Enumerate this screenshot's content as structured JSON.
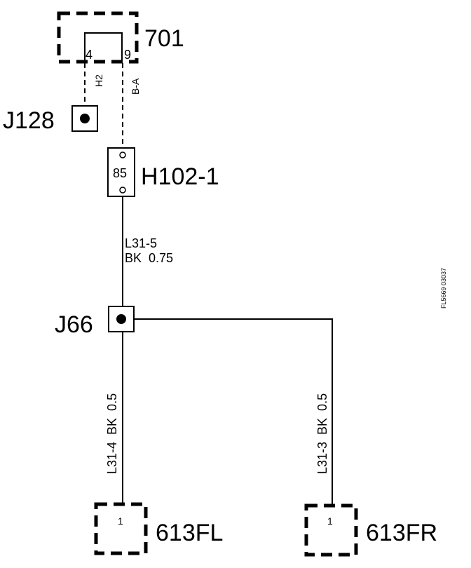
{
  "components": {
    "c701": {
      "label": "701",
      "pins": [
        "4",
        "9"
      ]
    },
    "j128": {
      "label": "J128"
    },
    "h102": {
      "label": "H102-1",
      "pin": "85"
    },
    "j66": {
      "label": "J66"
    },
    "fl": {
      "label": "613FL",
      "pin": "1"
    },
    "fr": {
      "label": "613FR",
      "pin": "1"
    }
  },
  "wires": {
    "h2": "H2",
    "ba": "B-A",
    "main_name": "L31-5",
    "main_spec": "BK  0.75",
    "left": "L31-4  BK  0.5",
    "right": "L31-3  BK  0.5"
  },
  "side_code": "FL5669 03037"
}
